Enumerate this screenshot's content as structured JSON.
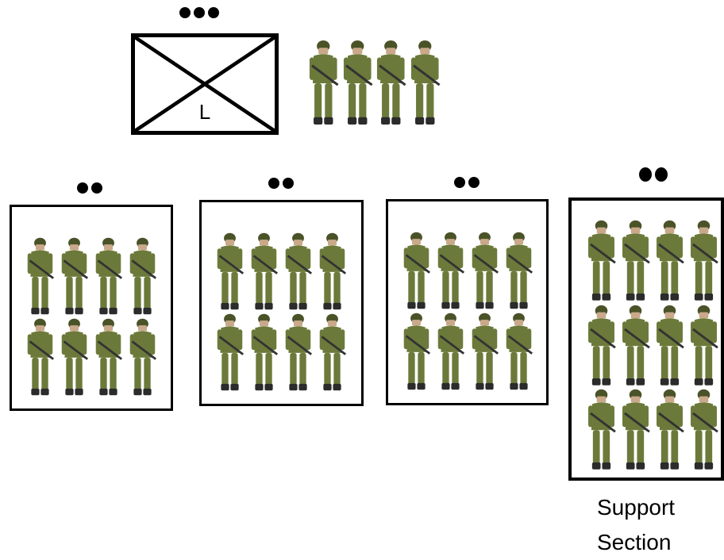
{
  "hq": {
    "echelon": "•••",
    "symbol_label": "L",
    "soldier_count": 4
  },
  "sections": [
    {
      "echelon": "••",
      "soldier_count": 8
    },
    {
      "echelon": "••",
      "soldier_count": 8
    },
    {
      "echelon": "••",
      "soldier_count": 8
    },
    {
      "echelon": "••",
      "soldier_count": 12,
      "caption": [
        "Support",
        "Section"
      ]
    }
  ],
  "colors": {
    "soldier_camo": "#6b7a3a",
    "soldier_dark": "#4a5228",
    "frame": "#000000"
  },
  "icons": {
    "soldier": "soldier-icon",
    "unit": "infantry-unit-symbol"
  }
}
